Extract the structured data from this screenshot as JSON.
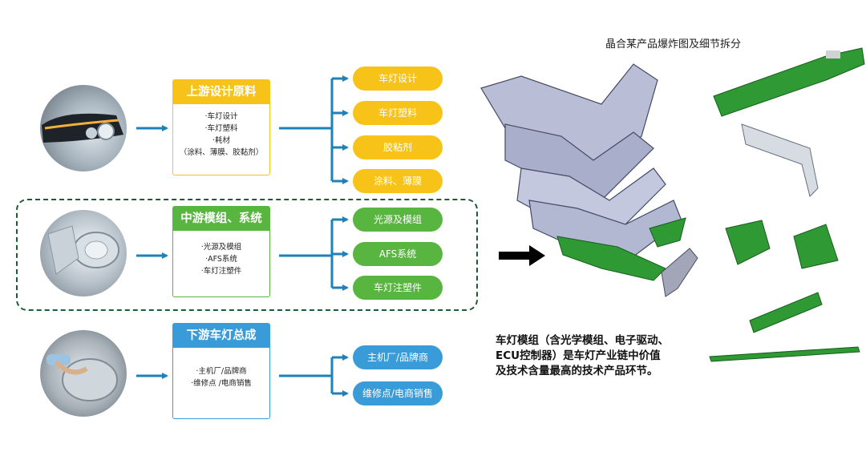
{
  "header": {
    "caption": "晶合某产品爆炸图及细节拆分"
  },
  "tiers": [
    {
      "title": "上游设计原料",
      "items": [
        "·车灯设计",
        "·车灯塑料",
        "·耗材",
        "（涂料、薄膜、胶黏剂）"
      ],
      "branches": [
        "车灯设计",
        "车灯塑料",
        "胶粘剂",
        "涂料、薄膜"
      ],
      "image": "headlamp-photo"
    },
    {
      "title": "中游模组、系统",
      "items": [
        "·光源及模组",
        "·AFS系统",
        "·车灯注塑件"
      ],
      "branches": [
        "光源及模组",
        "AFS系统",
        "车灯注塑件"
      ],
      "image": "lamp-module-photo"
    },
    {
      "title": "下游车灯总成",
      "items": [
        "·主机厂/品牌商",
        "·维修点 /电商销售"
      ],
      "branches": [
        "主机厂/品牌商",
        "维修点/电商销售"
      ],
      "image": "lamp-repair-photo"
    }
  ],
  "colors": {
    "upstream": "#f7c318",
    "midstream": "#58b53f",
    "downstream": "#3a9bd9",
    "arrow": "#1d82b8",
    "dashed_border": "#1f5c35"
  },
  "description": {
    "line1": "车灯模组（含光学模组、电子驱动、",
    "line2": "ECU控制器）是车灯产业链中价值",
    "line3": "及技术含量最高的技术产品环节。"
  },
  "icons": {
    "big_arrow": "right-arrow-icon"
  }
}
